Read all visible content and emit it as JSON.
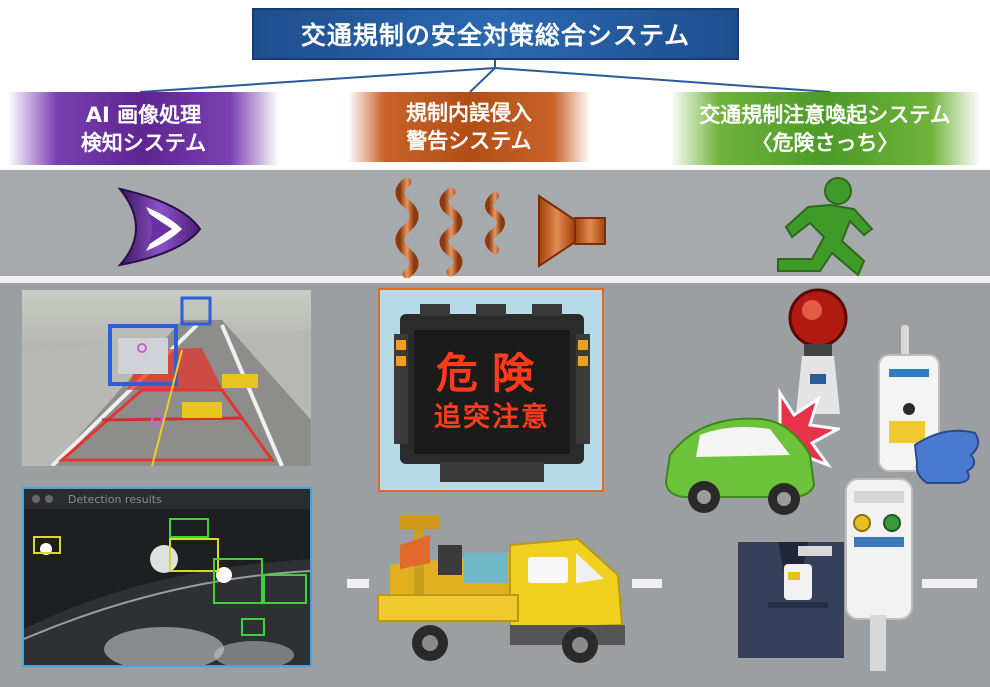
{
  "title": "交通規制の安全対策総合システム",
  "systems": {
    "ai": {
      "line1": "AI 画像処理",
      "line2": "検知システム"
    },
    "warning": {
      "line1": "規制内誤侵入",
      "line2": "警告システム"
    },
    "alert": {
      "line1": "交通規制注意喚起システム",
      "line2": "〈危険さっち〉"
    }
  },
  "sign": {
    "line1": "危険",
    "line2": "追突注意"
  },
  "detection_window_title": "Detection results",
  "colors": {
    "title": "#1f4e8e",
    "ai": "#5e2590",
    "warning": "#b14e16",
    "alert": "#4c9a28"
  }
}
